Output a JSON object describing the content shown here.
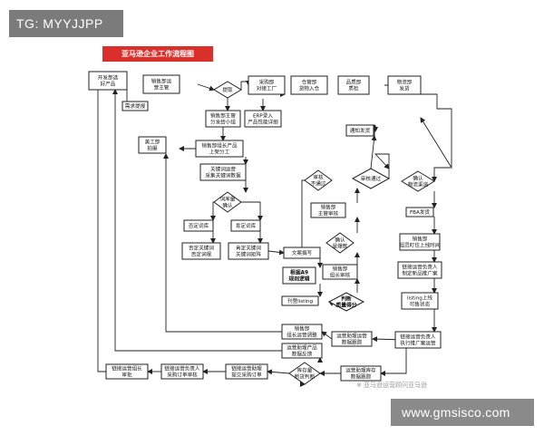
{
  "watermark_top": "TG: MYYJJPP",
  "watermark_bottom": "www.gmsisco.com",
  "diagram_title": "亚马逊企业工作流程图",
  "faint_watermark": "※ 亚马逊运营顾问亚马逊",
  "nodes": [
    {
      "id": "n1",
      "shape": "rect",
      "lines": [
        "开发部选",
        "好产品"
      ]
    },
    {
      "id": "n2",
      "shape": "rect",
      "lines": [
        "需求提报"
      ]
    },
    {
      "id": "n3",
      "shape": "rect",
      "lines": [
        "销售部运",
        "营主管"
      ]
    },
    {
      "id": "n4",
      "shape": "diamond",
      "lines": [
        "提取"
      ]
    },
    {
      "id": "n5",
      "shape": "rect",
      "lines": [
        "采购部",
        "对接工厂"
      ]
    },
    {
      "id": "n6",
      "shape": "rect",
      "lines": [
        "仓管部",
        "货物入仓"
      ]
    },
    {
      "id": "n7",
      "shape": "rect",
      "lines": [
        "品质部",
        "质检"
      ]
    },
    {
      "id": "n8",
      "shape": "rect",
      "lines": [
        "物流部",
        "发货"
      ]
    },
    {
      "id": "n9",
      "shape": "rect",
      "lines": [
        "销售部主管",
        "分发给小组"
      ]
    },
    {
      "id": "n10",
      "shape": "rect",
      "lines": [
        "ERP录入",
        "产品性能详细"
      ]
    },
    {
      "id": "n11",
      "shape": "rect",
      "lines": [
        "通知发货"
      ]
    },
    {
      "id": "n12",
      "shape": "rect",
      "lines": [
        "美工部",
        "拍摄"
      ]
    },
    {
      "id": "n13",
      "shape": "rect",
      "lines": [
        "销售部组长产品",
        "上架分工"
      ]
    },
    {
      "id": "n14",
      "shape": "rect",
      "lines": [
        "关键词运营",
        "采集关键词数据"
      ]
    },
    {
      "id": "n15",
      "shape": "diamond",
      "lines": [
        "审核",
        "不通过"
      ]
    },
    {
      "id": "n16",
      "shape": "diamond",
      "lines": [
        "审核通过"
      ]
    },
    {
      "id": "n17",
      "shape": "diamond",
      "lines": [
        "确认",
        "物流渠道"
      ]
    },
    {
      "id": "n18",
      "shape": "diamond",
      "lines": [
        "词库量",
        "确认"
      ]
    },
    {
      "id": "n19",
      "shape": "rect",
      "lines": [
        "销售部",
        "主管审核"
      ]
    },
    {
      "id": "n20",
      "shape": "rect",
      "lines": [
        "FBA发货"
      ]
    },
    {
      "id": "n21",
      "shape": "rect",
      "lines": [
        "否定词库"
      ]
    },
    {
      "id": "n22",
      "shape": "rect",
      "lines": [
        "肯定词库"
      ]
    },
    {
      "id": "n23",
      "shape": "diamond",
      "lines": [
        "确认",
        "是爆款"
      ]
    },
    {
      "id": "n24",
      "shape": "rect",
      "lines": [
        "销售部",
        "组员盯住上线时间"
      ]
    },
    {
      "id": "n25",
      "shape": "rect",
      "lines": [
        "否定关键词",
        "否定词根"
      ]
    },
    {
      "id": "n26",
      "shape": "rect",
      "lines": [
        "肯定关键词",
        "关键词矩阵"
      ]
    },
    {
      "id": "n27",
      "shape": "rect",
      "lines": [
        "文案撰写"
      ]
    },
    {
      "id": "n28",
      "shape": "rect",
      "lines": [
        "销售部",
        "组长审核"
      ]
    },
    {
      "id": "n29",
      "shape": "rect",
      "lines": [
        "链接运营负责人",
        "制定新品推广案"
      ]
    },
    {
      "id": "n30",
      "shape": "rect",
      "lines": [
        "根据A9",
        "规则逻辑"
      ],
      "bold": true
    },
    {
      "id": "n31",
      "shape": "rect",
      "lines": [
        "刊登listing"
      ]
    },
    {
      "id": "n32",
      "shape": "diamond",
      "lines": [
        "判断",
        "质量得分"
      ],
      "bold": true
    },
    {
      "id": "n33",
      "shape": "rect",
      "lines": [
        "listing上线",
        "可售状态"
      ]
    },
    {
      "id": "n34",
      "shape": "rect",
      "lines": [
        "销售部",
        "组长运营调整"
      ]
    },
    {
      "id": "n35",
      "shape": "rect",
      "lines": [
        "运营助理运营",
        "数据跟踪"
      ]
    },
    {
      "id": "n36",
      "shape": "rect",
      "lines": [
        "运营助理产品",
        "数据反馈"
      ]
    },
    {
      "id": "n37",
      "shape": "rect",
      "lines": [
        "链接运营负责人",
        "执行推广案运营"
      ]
    },
    {
      "id": "n38",
      "shape": "rect",
      "lines": [
        "链接运营组长",
        "审批"
      ]
    },
    {
      "id": "n39",
      "shape": "rect",
      "lines": [
        "链接运营负责人",
        "采购订单审核"
      ]
    },
    {
      "id": "n40",
      "shape": "rect",
      "lines": [
        "链接运营助理",
        "提交采购订单"
      ]
    },
    {
      "id": "n41",
      "shape": "diamond",
      "lines": [
        "库存量",
        "断货判断"
      ]
    },
    {
      "id": "n42",
      "shape": "rect",
      "lines": [
        "运营助理库存",
        "数据跟踪"
      ]
    }
  ]
}
